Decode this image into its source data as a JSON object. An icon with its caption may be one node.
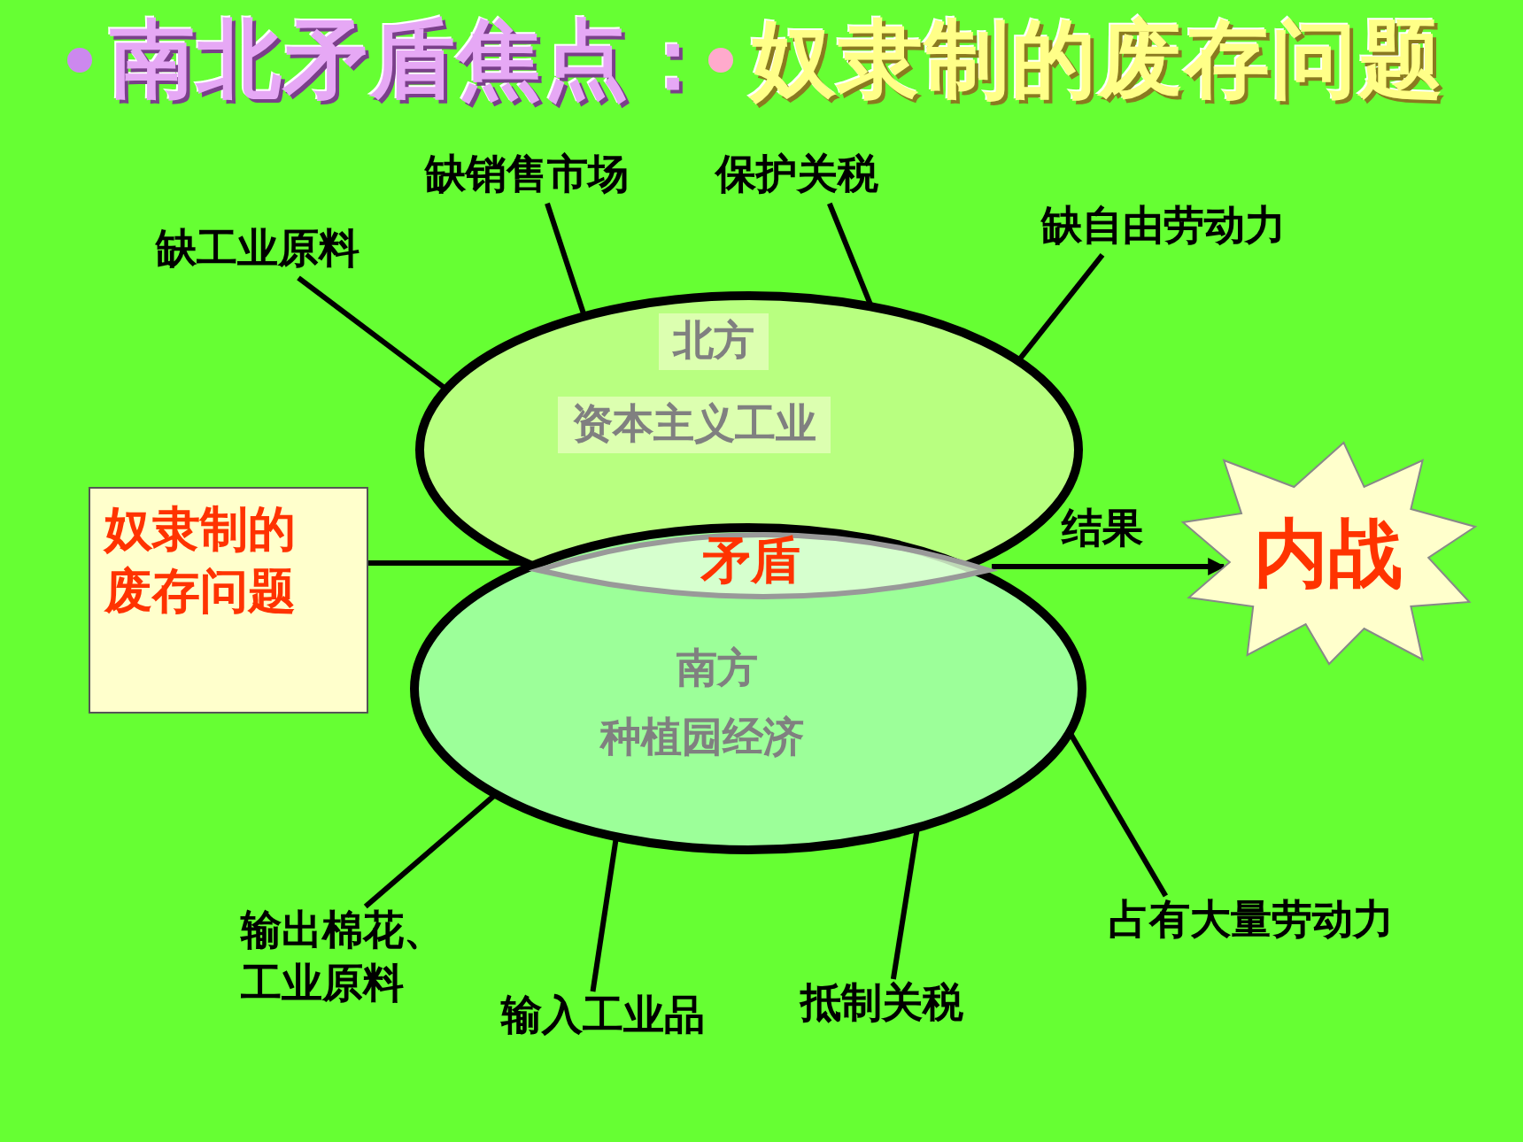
{
  "diagram": {
    "title": "南北矛盾焦点：",
    "nodes": [
      {
        "text": [
          "北方",
          "资本主义工业"
        ]
      },
      {
        "text": [
          "南方",
          "种植园经济"
        ]
      },
      {
        "text": [
          "矛盾"
        ]
      },
      {
        "text": [
          "奴隶制的废存问题"
        ]
      },
      {
        "text": [
          "内战"
        ]
      },
      {
        "text": [
          "缺工业原料"
        ]
      },
      {
        "text": [
          "缺销售市场"
        ]
      },
      {
        "text": [
          "保护关税"
        ]
      },
      {
        "text": [
          "缺自由劳动力"
        ]
      },
      {
        "text": [
          "输出棉花、工业原料"
        ]
      },
      {
        "text": [
          "输入工业品"
        ]
      },
      {
        "text": [
          "抵制关税"
        ]
      },
      {
        "text": [
          "占有大量劳动力"
        ]
      }
    ],
    "edges": [
      {
        "from": 3,
        "to": 2,
        "arrow": "none"
      },
      {
        "from": 2,
        "to": 4,
        "label": "结果",
        "arrow": "to"
      },
      {
        "from": 5,
        "to": 0,
        "arrow": "none"
      },
      {
        "from": 6,
        "to": 0,
        "arrow": "none"
      },
      {
        "from": 7,
        "to": 0,
        "arrow": "none"
      },
      {
        "from": 8,
        "to": 0,
        "arrow": "none"
      },
      {
        "from": 9,
        "to": 1,
        "arrow": "none"
      },
      {
        "from": 10,
        "to": 1,
        "arrow": "none"
      },
      {
        "from": 11,
        "to": 1,
        "arrow": "none"
      },
      {
        "from": 12,
        "to": 1,
        "arrow": "none"
      }
    ],
    "labels": [
      "奴隶制的废存问题"
    ]
  }
}
